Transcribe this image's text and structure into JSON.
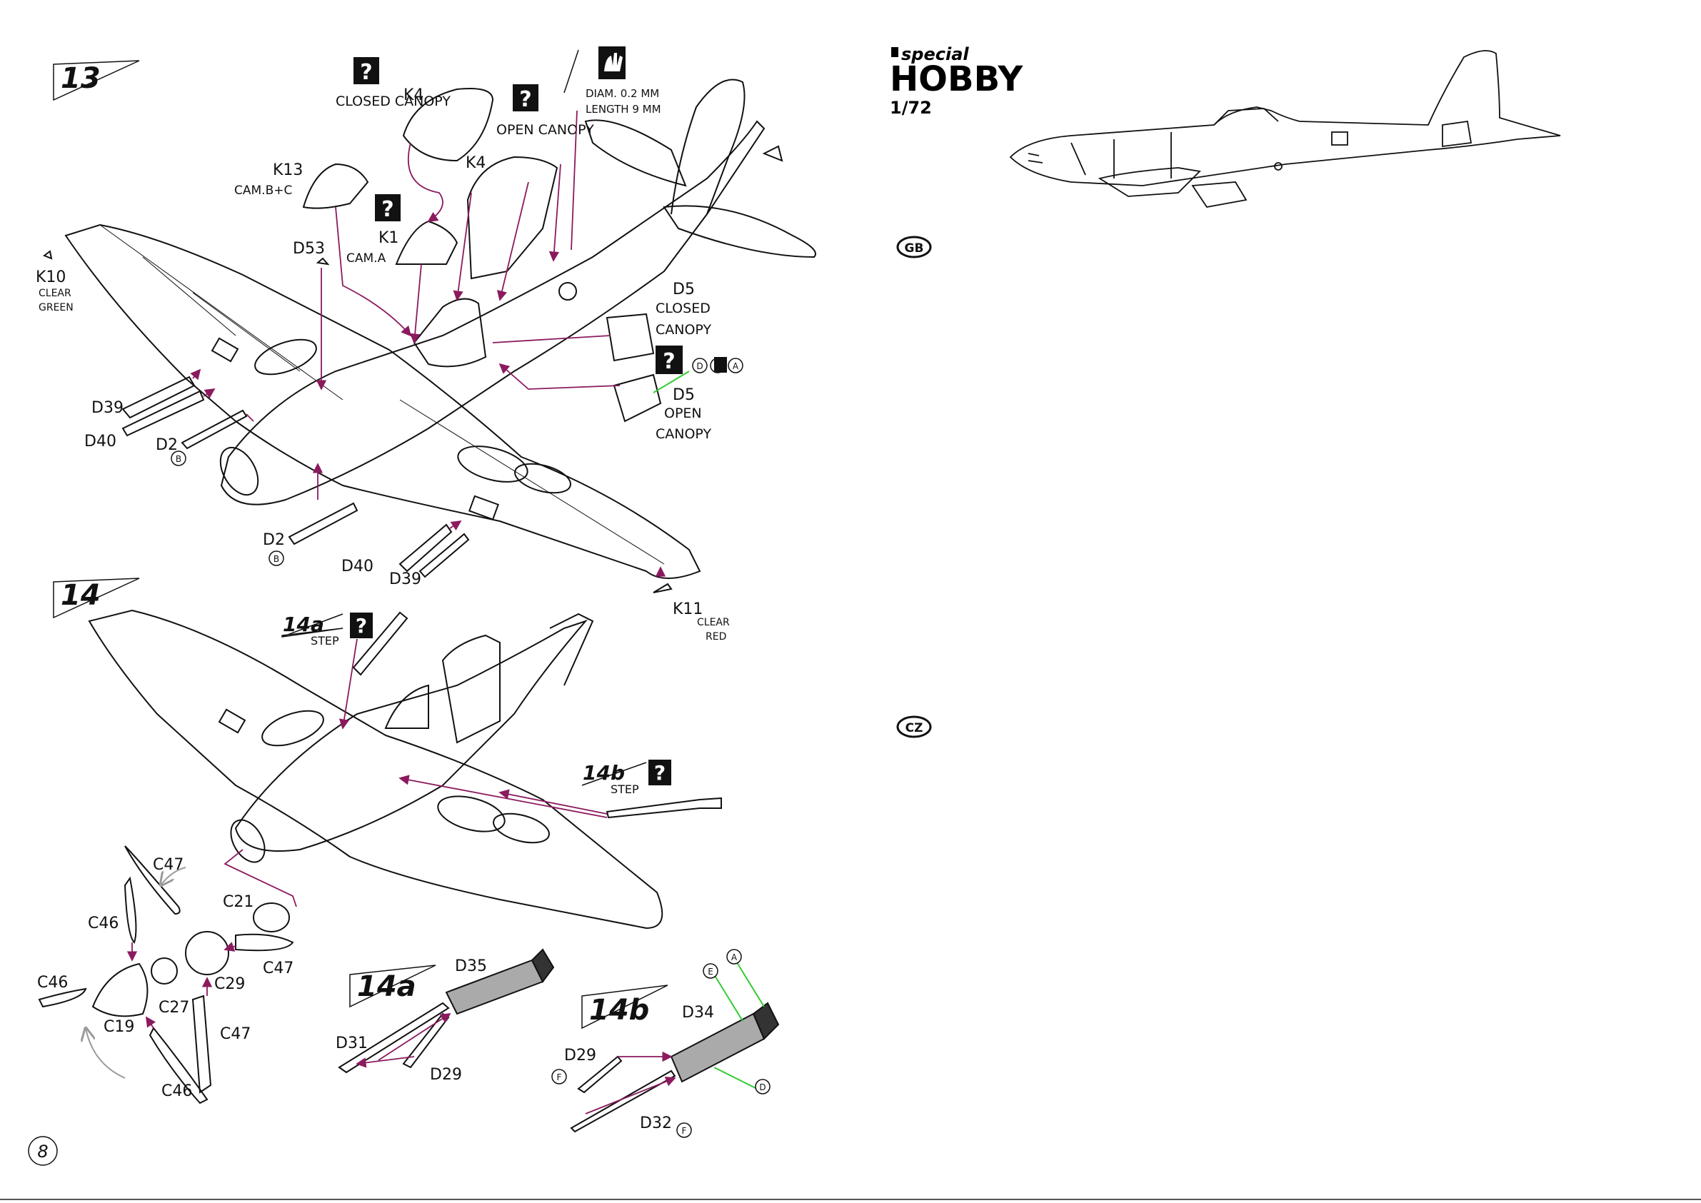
{
  "page_number": "8",
  "brand": {
    "name_top": "special",
    "name_main": "HOBBY",
    "scale": "1/72"
  },
  "language_badges": [
    "GB",
    "CZ"
  ],
  "steps": {
    "step13": {
      "number": "13",
      "labels": {
        "closed_canopy": "CLOSED CANOPY",
        "open_canopy": "OPEN CANOPY",
        "k4_a": "K4",
        "k4_b": "K4",
        "k13": "K13",
        "k13_note": "CAM.B+C",
        "k1": "K1",
        "k1_note": "CAM.A",
        "d53": "D53",
        "k10": "K10",
        "k10_note1": "CLEAR",
        "k10_note2": "GREEN",
        "diam": "DIAM. 0.2 MM",
        "length": "LENGTH 9 MM",
        "d5_closed": "D5",
        "d5_closed_note1": "CLOSED",
        "d5_closed_note2": "CANOPY",
        "d5_open": "D5",
        "d5_open_note1": "OPEN",
        "d5_open_note2": "CANOPY",
        "d39_a": "D39",
        "d40_a": "D40",
        "d2_a": "D2",
        "d2_b": "D2",
        "d40_b": "D40",
        "d39_b": "D39",
        "k11": "K11",
        "k11_note1": "CLEAR",
        "k11_note2": "RED"
      }
    },
    "step14": {
      "number": "14",
      "labels": {
        "sub14a": "14a",
        "sub14a_note": "STEP",
        "sub14b": "14b",
        "sub14b_note": "STEP",
        "c47_a": "C47",
        "c21": "C21",
        "c46_a": "C46",
        "c47_b": "C47",
        "c46_b": "C46",
        "c27": "C27",
        "c29": "C29",
        "c19": "C19",
        "c47_c": "C47",
        "c46_c": "C46"
      }
    },
    "step14a": {
      "number": "14a",
      "labels": {
        "d35": "D35",
        "d31": "D31",
        "d29": "D29"
      }
    },
    "step14b": {
      "number": "14b",
      "labels": {
        "d34": "D34",
        "d29": "D29",
        "d32": "D32"
      }
    }
  },
  "paint_codes": [
    "A",
    "B",
    "B",
    "D",
    "A",
    "E",
    "A",
    "F",
    "D",
    "F"
  ],
  "icons": [
    "question-icon",
    "hand-icon",
    "paint-drop-icon"
  ],
  "colors": {
    "line": "#111111",
    "leader": "#8b1a5e",
    "green": "#33cc33",
    "grey_arrow": "#9a9a9a"
  }
}
